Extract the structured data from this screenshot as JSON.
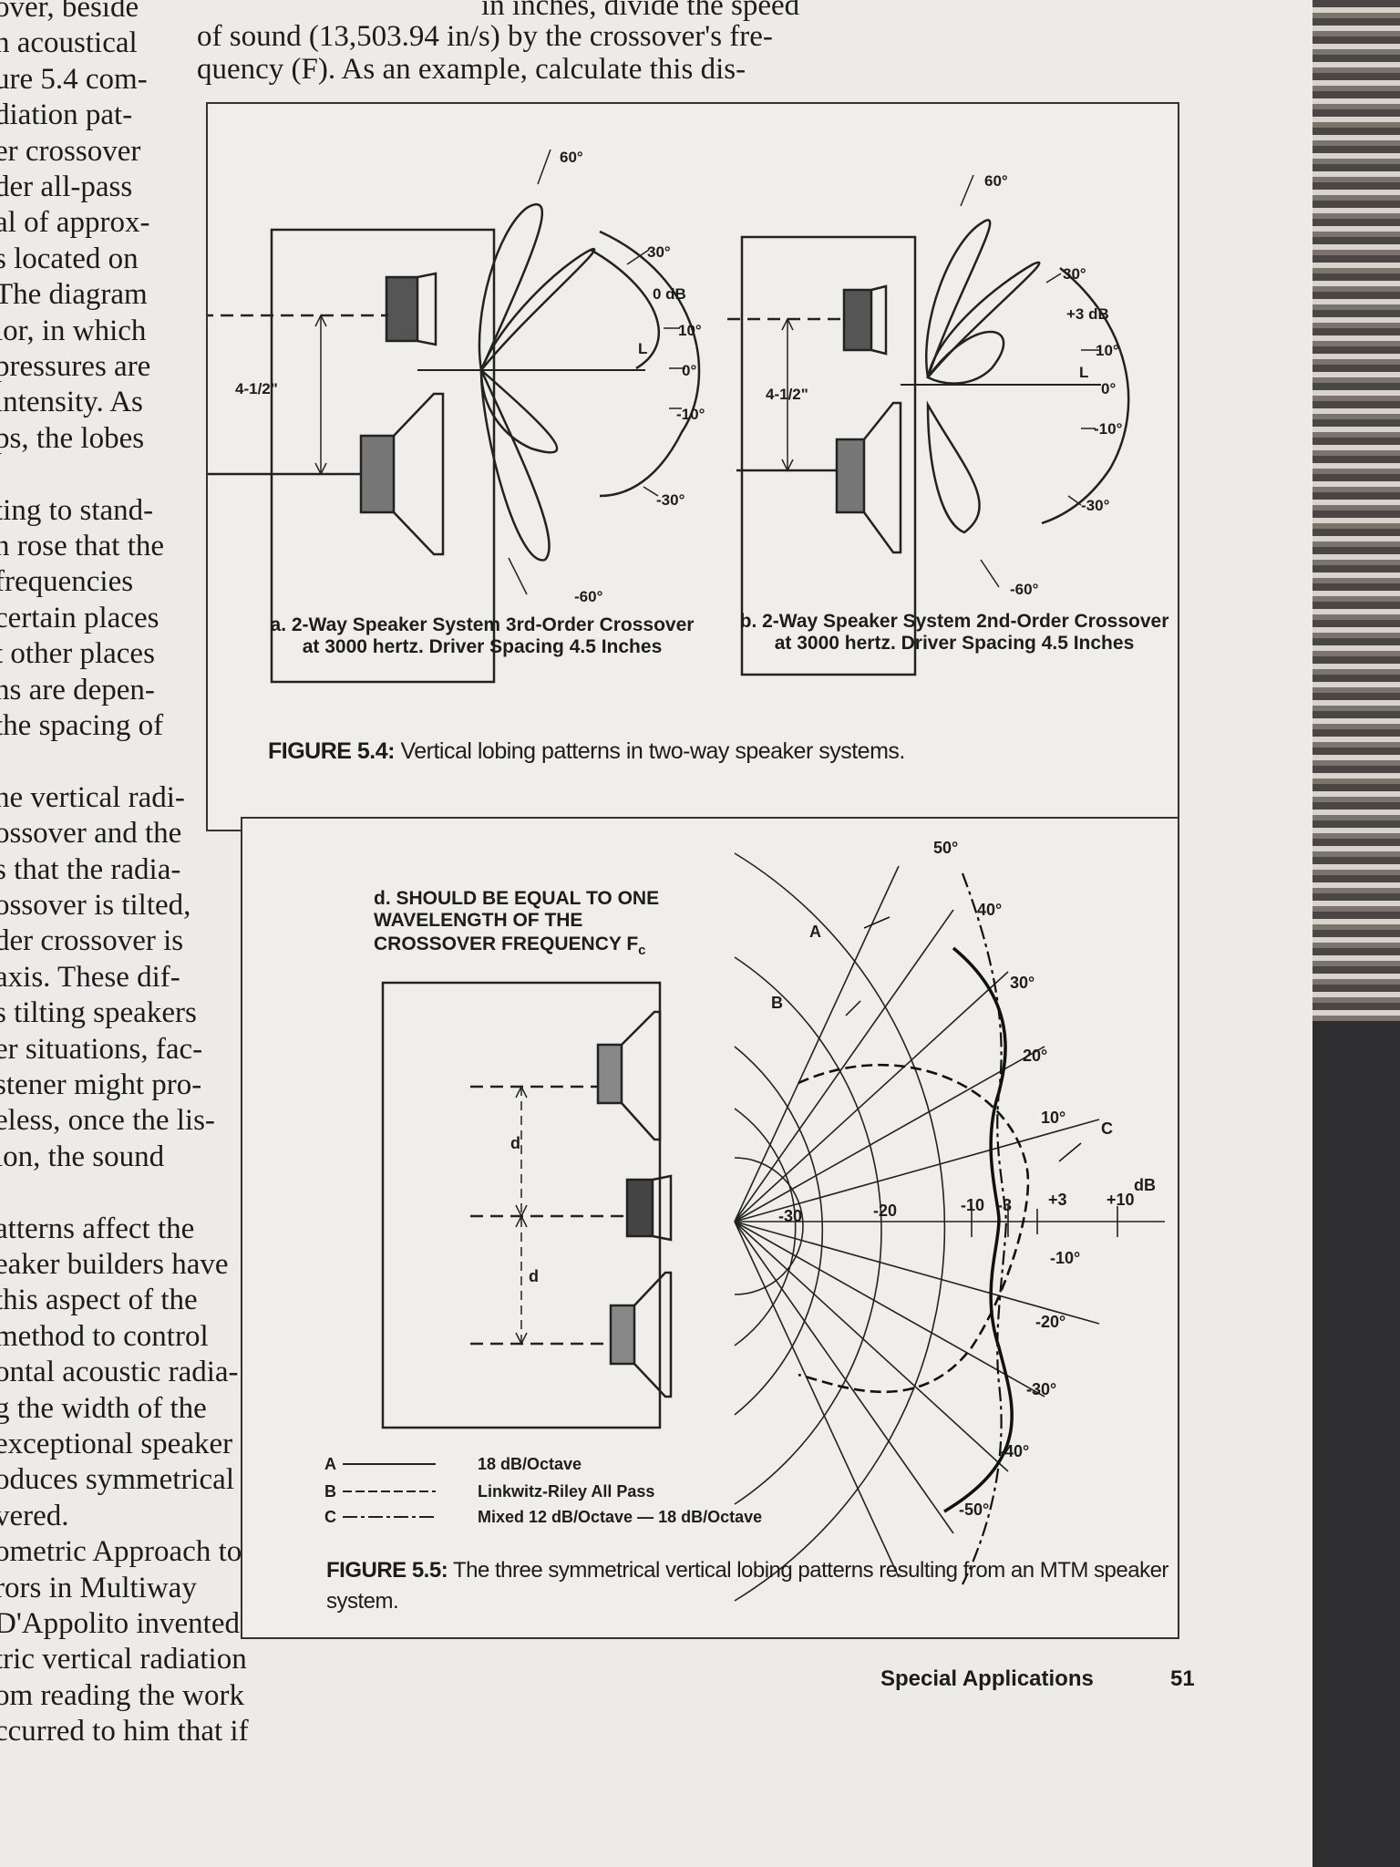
{
  "left_column": [
    "over, beside",
    "n acoustical",
    "ure 5.4 com-",
    "diation pat-",
    "er crossover",
    "der all-pass",
    "al of approx-",
    "s located on",
    "The diagram",
    "ior, in which",
    "pressures are",
    "intensity. As",
    "ps, the lobes",
    "",
    "ting to stand-",
    "n rose that the",
    "frequencies",
    "certain places",
    "t other places",
    "ns are depen-",
    "the spacing of",
    "",
    "he vertical radi-",
    "ossover and the",
    "s that the radia-",
    "ossover is tilted,",
    "der crossover is",
    "axis. These dif-",
    "s tilting speakers",
    "er situations, fac-",
    "stener might pro-",
    "eless, once the lis-",
    "ion, the sound",
    "",
    "atterns affect the",
    "eaker builders have",
    "this aspect of the",
    "method to control",
    "ontal acoustic radia-",
    "g the width of the",
    "exceptional speaker",
    "oduces symmetrical",
    "vered.",
    "ometric Approach to",
    "rors in Multiway",
    "D'Appolito invented",
    "tric vertical radiation",
    "om reading the work",
    "ccurred to him that if"
  ],
  "top_text": [
    "in inches, divide the speed",
    "of sound (13,503.94 in/s) by the crossover's fre-",
    "quency (F). As an example, calculate this dis-"
  ],
  "fig54": {
    "a": {
      "spacing": "4-1/2\"",
      "a60": "60°",
      "a30": "30°",
      "db0": "0 dB",
      "r10": "10°",
      "r0": "0°",
      "rm10": "-10°",
      "rm30": "-30°",
      "am60": "-60°",
      "l": "L",
      "caption1": "a. 2-Way Speaker System 3rd-Order Crossover",
      "caption2": "at 3000 hertz. Driver Spacing 4.5 Inches"
    },
    "b": {
      "spacing": "4-1/2\"",
      "a60": "60°",
      "a30": "30°",
      "db3": "+3 dB",
      "r10": "10°",
      "r0": "0°",
      "rm10": "-10°",
      "rm30": "-30°",
      "am60": "-60°",
      "l": "L",
      "caption1": "b. 2-Way Speaker System 2nd-Order Crossover",
      "caption2": "at 3000 hertz. Driver Spacing 4.5 Inches"
    },
    "title_label": "FIGURE 5.4:",
    "title_text": "Vertical lobing patterns in two-way speaker systems."
  },
  "fig55": {
    "note": [
      "d. SHOULD BE EQUAL TO ONE",
      "WAVELENGTH OF THE",
      "CROSSOVER FREQUENCY F"
    ],
    "note_sub": "c",
    "d1": "d",
    "d2": "d",
    "angles": {
      "a50": "50°",
      "a40": "40°",
      "a30": "30°",
      "a20": "20°",
      "a10": "10°",
      "am10": "-10°",
      "am20": "-20°",
      "am30": "-30°",
      "am40": "-40°",
      "am50": "-50°"
    },
    "db": {
      "m30": "-30",
      "m20": "-20",
      "m10": "-10",
      "m3": "-3",
      "p3": "+3",
      "p10": "+10",
      "unit": "dB"
    },
    "curve_labels": {
      "a": "A",
      "b": "B",
      "c": "C"
    },
    "legend": [
      {
        "key": "A",
        "text": "18 dB/Octave"
      },
      {
        "key": "B",
        "text": "Linkwitz-Riley All Pass"
      },
      {
        "key": "C",
        "text": "Mixed 12 dB/Octave — 18 dB/Octave"
      }
    ],
    "title_label": "FIGURE 5.5:",
    "title_text_1": "The three symmetrical vertical lobing patterns resulting from an MTM speaker",
    "title_text_2": "system."
  },
  "footer": {
    "section": "Special Applications",
    "page": "51"
  }
}
